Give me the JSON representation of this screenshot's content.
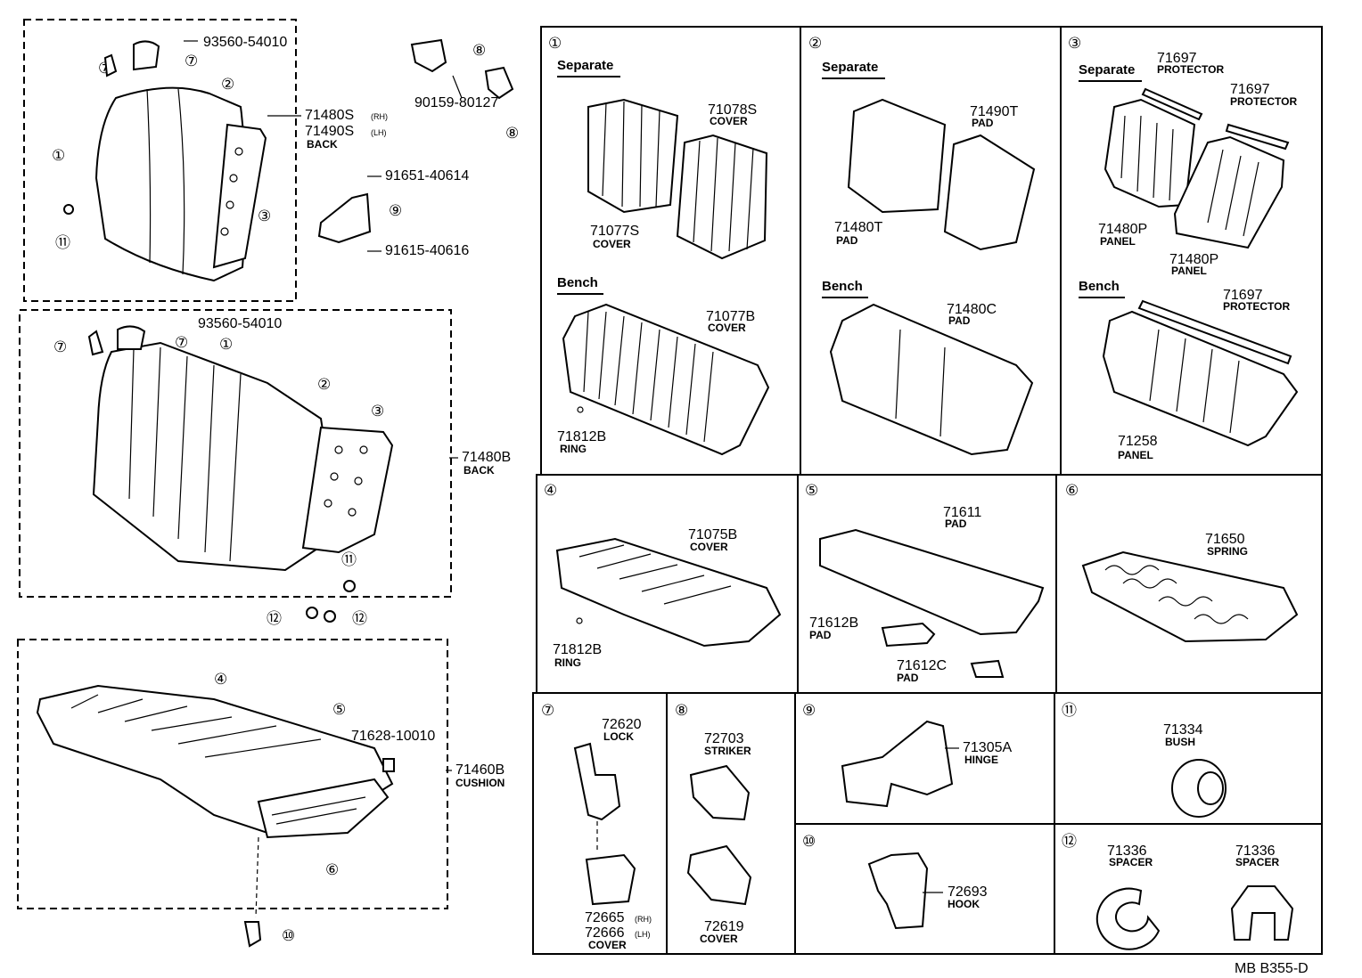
{
  "diagram": {
    "footer": "MB  B355-D",
    "groups": {
      "seatback_separate": {
        "callouts": [
          "①",
          "②",
          "③",
          "⑦",
          "⑦",
          "⑪"
        ],
        "bolt": "93560-54010",
        "part_a": "71480S",
        "part_a_side": "(RH)",
        "part_b": "71490S",
        "part_b_side": "(LH)",
        "desc": "BACK"
      },
      "hinge_hw": {
        "callouts": [
          "⑧",
          "⑧",
          "⑨"
        ],
        "screw": "90159-80127",
        "bolt_a": "91651-40614",
        "bolt_b": "91615-40616"
      },
      "seatback_bench": {
        "callouts": [
          "⑦",
          "⑦",
          "①",
          "②",
          "③",
          "⑪",
          "⑫",
          "⑫"
        ],
        "bolt": "93560-54010",
        "part": "71480B",
        "desc": "BACK"
      },
      "cushion": {
        "callouts": [
          "④",
          "⑤",
          "⑥",
          "⑩"
        ],
        "clip": "71628-10010",
        "part": "71460B",
        "desc": "CUSHION"
      }
    },
    "cells": {
      "c1": {
        "num": "①",
        "separate": "Separate",
        "bench": "Bench",
        "p1": "71078S",
        "p1d": "COVER",
        "p2": "71077S",
        "p2d": "COVER",
        "p3": "71077B",
        "p3d": "COVER",
        "p4": "71812B",
        "p4d": "RING"
      },
      "c2": {
        "num": "②",
        "separate": "Separate",
        "bench": "Bench",
        "p1": "71490T",
        "p1d": "PAD",
        "p2": "71480T",
        "p2d": "PAD",
        "p3": "71480C",
        "p3d": "PAD"
      },
      "c3": {
        "num": "③",
        "separate": "Separate",
        "bench": "Bench",
        "p1": "71697",
        "p1d": "PROTECTOR",
        "p2": "71697",
        "p2d": "PROTECTOR",
        "p3": "71480P",
        "p3d": "PANEL",
        "p4": "71480P",
        "p4d": "PANEL",
        "p5": "71697",
        "p5d": "PROTECTOR",
        "p6": "71258",
        "p6d": "PANEL"
      },
      "c4": {
        "num": "④",
        "p1": "71075B",
        "p1d": "COVER",
        "p2": "71812B",
        "p2d": "RING"
      },
      "c5": {
        "num": "⑤",
        "p1": "71611",
        "p1d": "PAD",
        "p2": "71612B",
        "p2d": "PAD",
        "p3": "71612C",
        "p3d": "PAD"
      },
      "c6": {
        "num": "⑥",
        "p1": "71650",
        "p1d": "SPRING"
      },
      "c7": {
        "num": "⑦",
        "p1": "72620",
        "p1d": "LOCK",
        "p2": "72665",
        "p2s": "(RH)",
        "p3": "72666",
        "p3s": "(LH)",
        "p3d": "COVER"
      },
      "c8": {
        "num": "⑧",
        "p1": "72703",
        "p1d": "STRIKER",
        "p2": "72619",
        "p2d": "COVER"
      },
      "c9": {
        "num": "⑨",
        "p1": "71305A",
        "p1d": "HINGE"
      },
      "c10": {
        "num": "⑩",
        "p1": "72693",
        "p1d": "HOOK"
      },
      "c11": {
        "num": "⑪",
        "p1": "71334",
        "p1d": "BUSH"
      },
      "c12": {
        "num": "⑫",
        "p1": "71336",
        "p1d": "SPACER",
        "p2": "71336",
        "p2d": "SPACER"
      }
    }
  }
}
